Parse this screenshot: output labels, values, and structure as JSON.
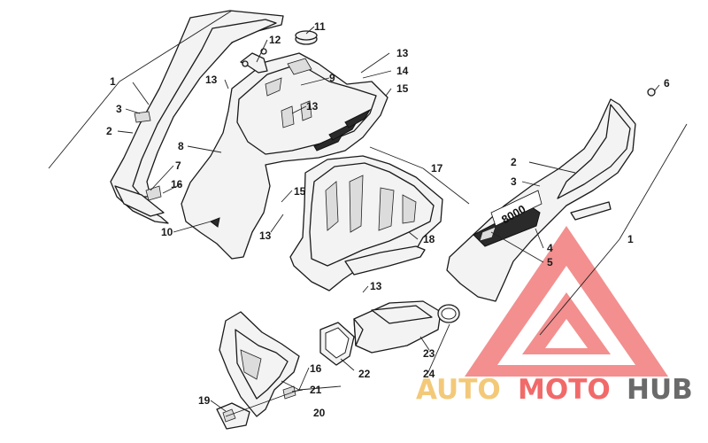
{
  "diagram": {
    "callouts": {
      "c1a": "1",
      "c1b": "1",
      "c2a": "2",
      "c2b": "2",
      "c3a": "3",
      "c3b": "3",
      "c4": "4",
      "c5": "5",
      "c6": "6",
      "c7": "7",
      "c8": "8",
      "c9": "9",
      "c10": "10",
      "c11": "11",
      "c12": "12",
      "c13a": "13",
      "c13b": "13",
      "c13c": "13",
      "c13d": "13",
      "c13e": "13",
      "c14": "14",
      "c15a": "15",
      "c15b": "15",
      "c16a": "16",
      "c16b": "16",
      "c17": "17",
      "c18": "18",
      "c19": "19",
      "c20": "20",
      "c21": "21",
      "c22": "22",
      "c23": "23",
      "c24": "24"
    },
    "decal_text": "8000"
  },
  "watermark": {
    "part1": "AUTO",
    "part2": "MOTO",
    "part3": "HUB",
    "color_auto": "#f2c46b",
    "color_moto": "#f05a5a",
    "color_hub": "#5a5a5a",
    "logo_color": "#f06a6a"
  }
}
